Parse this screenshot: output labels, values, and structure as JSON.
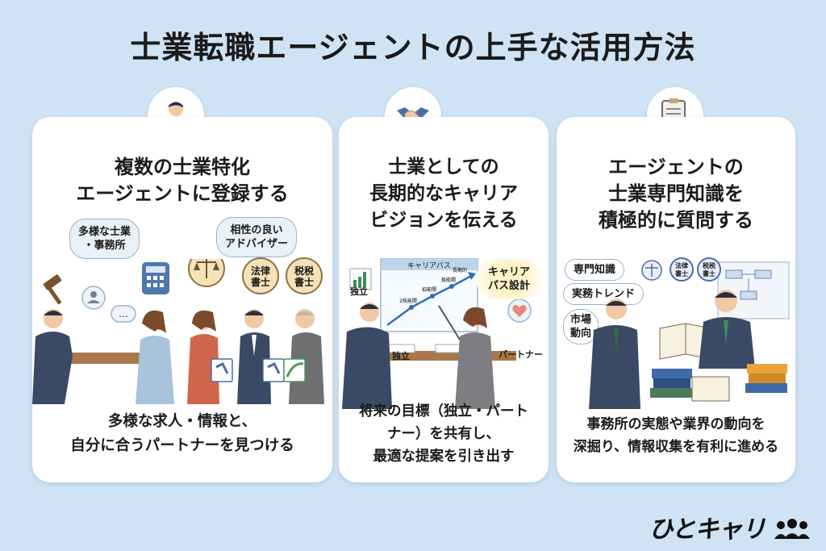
{
  "title": "士業転職エージェントの上手な活用方法",
  "cards": [
    {
      "icon": "businessman-icon",
      "heading_line1": "複数の士業特化",
      "heading_line2": "エージェントに登録する",
      "bubble_left_line1": "多様な士業",
      "bubble_left_line2": "・事務所",
      "bubble_right_line1": "相性の良い",
      "bubble_right_line2": "アドバイザー",
      "badge_law": "法律",
      "badge_law2": "書士",
      "badge_tax": "税税",
      "badge_tax2": "書士",
      "ellipsis": "...",
      "bottom_line1": "多様な求人・情報と、",
      "bottom_line2": "自分に合うパートナーを見つける"
    },
    {
      "icon": "handshake-icon",
      "heading_line1": "士業としての",
      "heading_line2": "長期的なキャリア",
      "heading_line3": "ビジョンを伝える",
      "chart_title": "キャリアパス",
      "chart_labels": [
        "独立",
        "2技能開",
        "招能開",
        "扱能開",
        "長期的"
      ],
      "label_independent": "独立",
      "label_independent2": "独立",
      "callout_line1": "キャリア",
      "callout_line2": "パス設計",
      "label_partner": "パートナー",
      "bottom_line1": "将来の目標（独立・パート",
      "bottom_line2": "ナー）を共有し、",
      "bottom_line3": "最適な提案を引き出す"
    },
    {
      "icon": "clipboard-question-icon",
      "heading_line1": "エージェントの",
      "heading_line2": "士業専門知識を",
      "heading_line3": "積極的に質問する",
      "bubble1": "専門知識",
      "bubble2": "実務トレンド",
      "bubble3_line1": "市場",
      "bubble3_line2": "動向",
      "badge_law": "法律",
      "badge_law2": "書士",
      "badge_tax": "税税",
      "badge_tax2": "書士",
      "bottom_line1": "事務所の実態や業界の動向を",
      "bottom_line2": "深掘り、情報収集を有利に進める"
    }
  ],
  "logo": "ひとキャリ",
  "colors": {
    "background": "#cfe3f4",
    "card": "#ffffff",
    "suit": "#3a4a64",
    "accent_orange": "#f0a030"
  }
}
